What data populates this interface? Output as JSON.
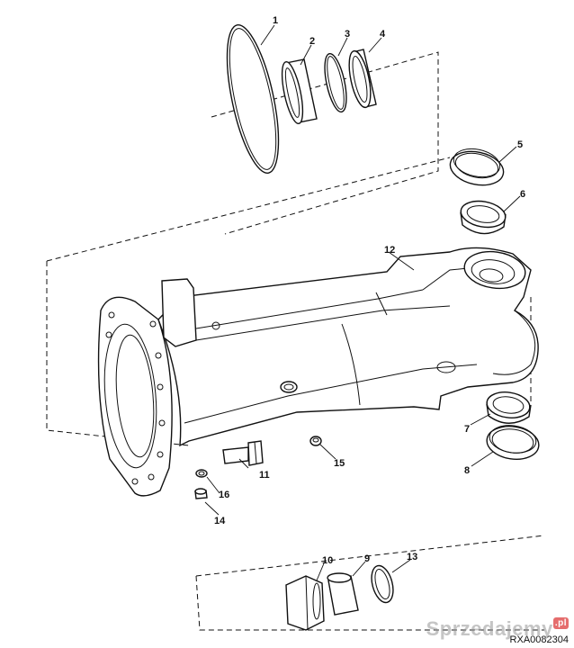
{
  "diagram": {
    "ref_code": "RXA0082304",
    "callouts": [
      "1",
      "2",
      "3",
      "4",
      "5",
      "6",
      "7",
      "8",
      "9",
      "10",
      "11",
      "12",
      "13",
      "14",
      "15",
      "16"
    ]
  },
  "watermark": {
    "text": "Sprzedajemy",
    "suffix": ".pl"
  }
}
